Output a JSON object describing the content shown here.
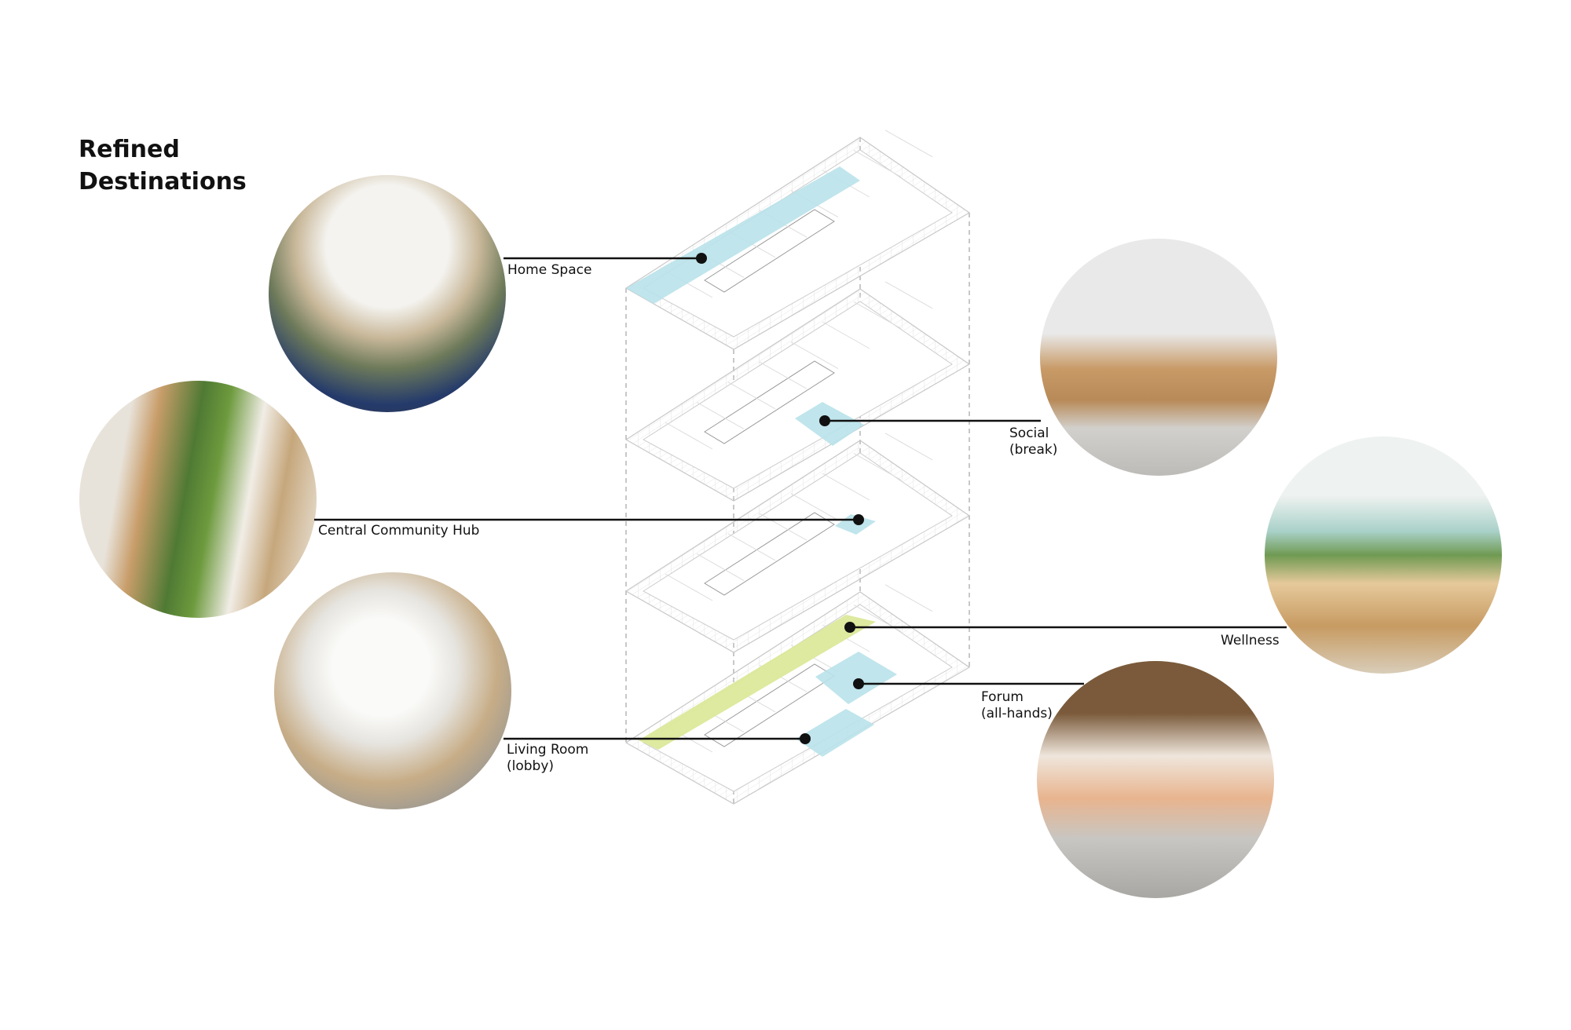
{
  "title_line1": "Refined",
  "title_line2": "Destinations",
  "destinations": [
    {
      "name": "Home Space",
      "sub": ""
    },
    {
      "name": "Social",
      "sub": "(break)"
    },
    {
      "name": "Central Community Hub",
      "sub": ""
    },
    {
      "name": "Wellness",
      "sub": ""
    },
    {
      "name": "Forum",
      "sub": "(all-hands)"
    },
    {
      "name": "Living Room",
      "sub": "(lobby)"
    }
  ],
  "colors": {
    "blue_highlight": "#b9e2ea",
    "green_highlight": "#dbe99a",
    "leader": "#111111"
  }
}
